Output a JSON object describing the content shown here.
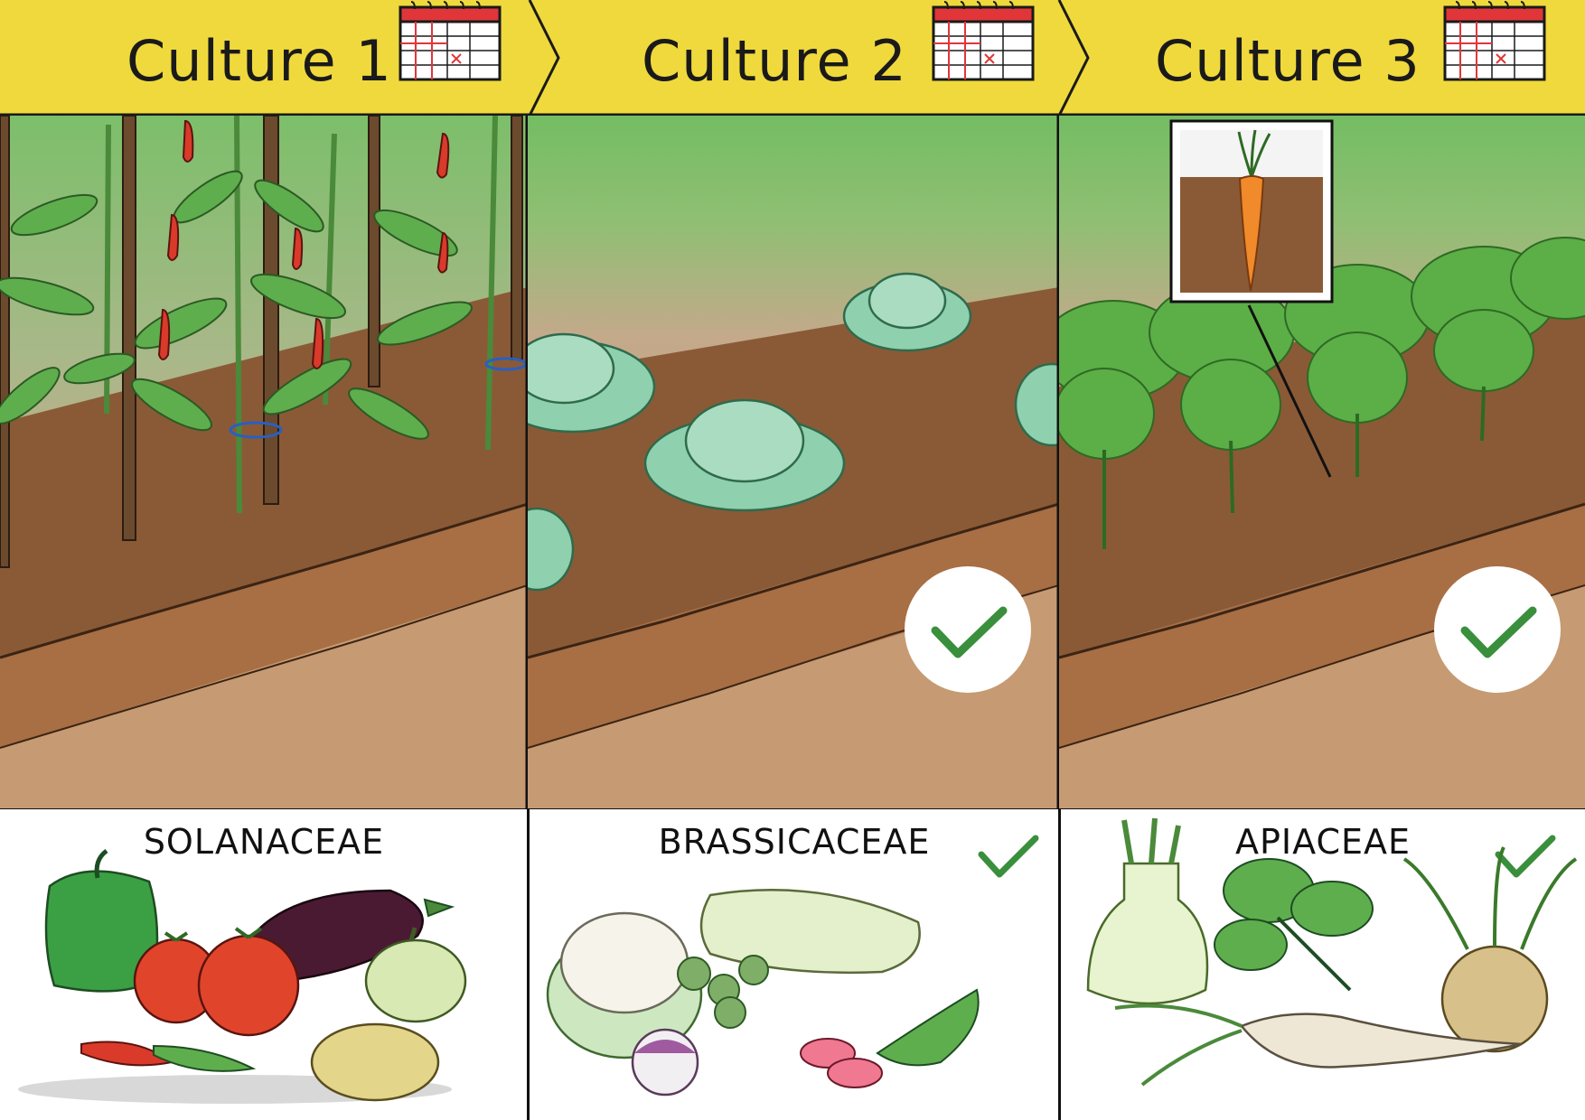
{
  "colors": {
    "header_yellow": "#f0d93c",
    "soil_dark": "#8a5a36",
    "soil_light": "#c69a72",
    "foliage": "#5fae4e",
    "check_green": "#3a8f3c"
  },
  "cultures": [
    {
      "title": "Culture 1",
      "icon": "calendar-icon",
      "scene": "pepper-plants-scene",
      "checked": false
    },
    {
      "title": "Culture 2",
      "icon": "calendar-icon",
      "scene": "cabbage-scene",
      "checked": true
    },
    {
      "title": "Culture 3",
      "icon": "calendar-icon",
      "scene": "carrot-scene",
      "checked": true
    }
  ],
  "families": [
    {
      "name": "SOLANACEAE",
      "checked": false,
      "items": [
        "bell-pepper",
        "tomato",
        "tomato",
        "eggplant",
        "pumpkin",
        "chili-pepper",
        "green-pepper",
        "potato"
      ]
    },
    {
      "name": "BRASSICACEAE",
      "checked": true,
      "items": [
        "cauliflower",
        "chinese-cabbage",
        "brussels-sprouts",
        "turnip",
        "radishes"
      ]
    },
    {
      "name": "APIACEAE",
      "checked": true,
      "items": [
        "fennel",
        "parsley",
        "celeriac",
        "parsnip"
      ]
    }
  ]
}
